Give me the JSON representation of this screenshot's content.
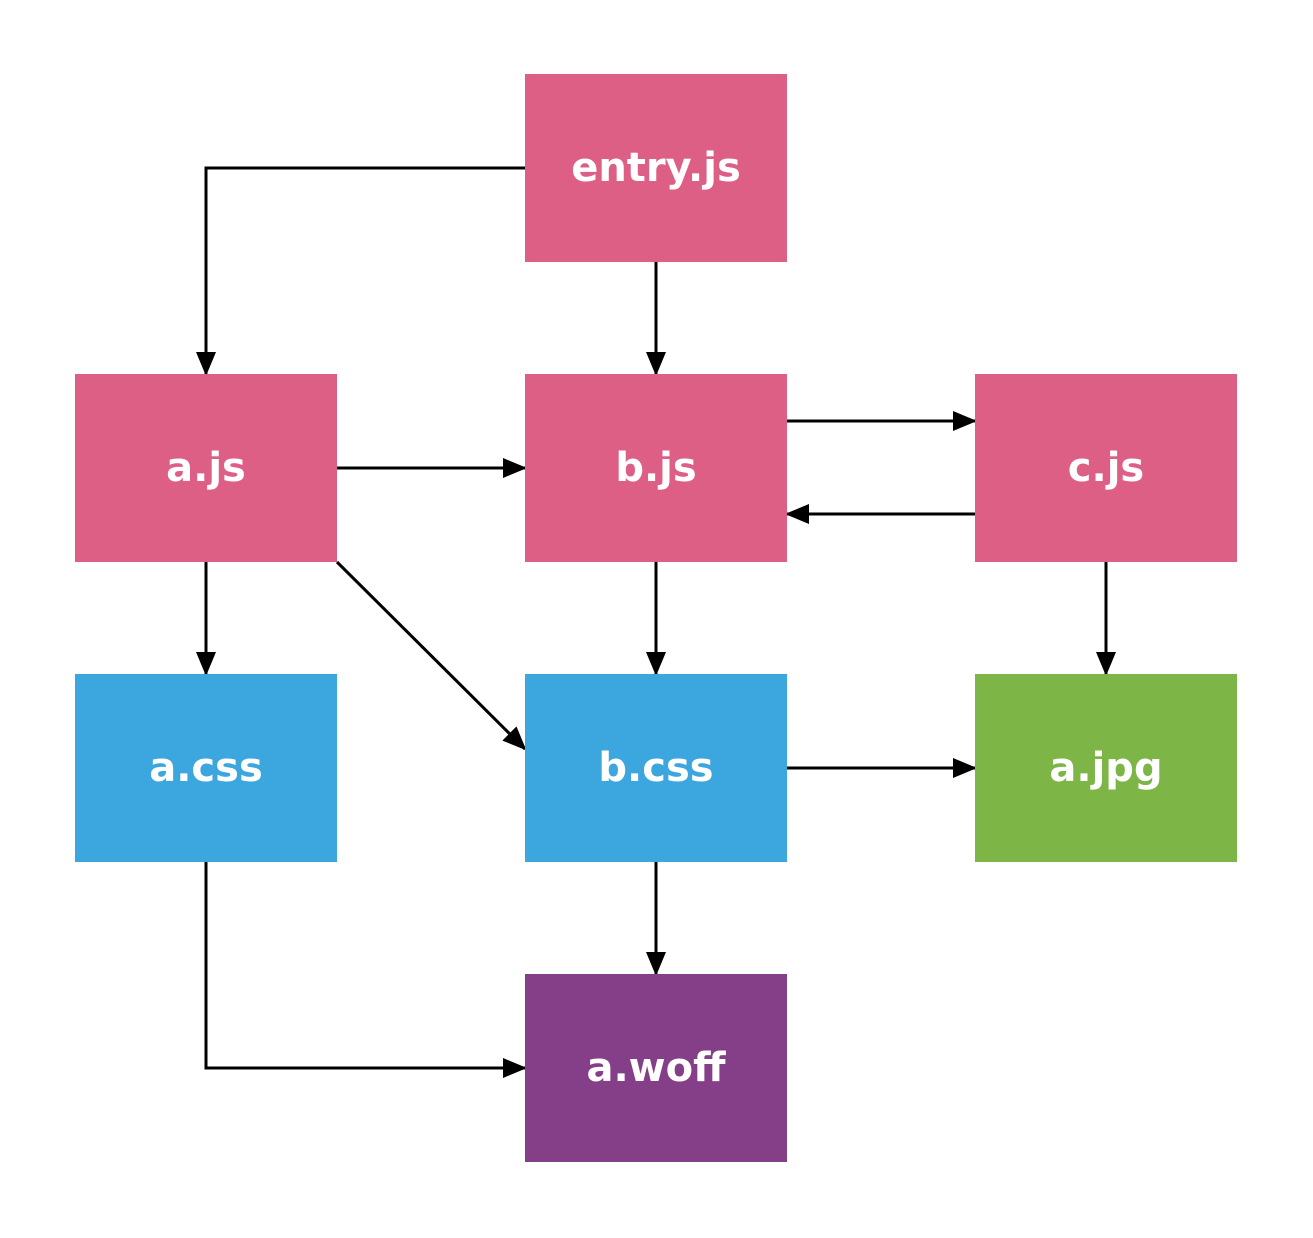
{
  "colors": {
    "js": "#dd5f85",
    "css": "#3ca6de",
    "image": "#7db547",
    "font": "#853f88",
    "edge": "#000000",
    "label": "#ffffff"
  },
  "nodes": [
    {
      "id": "entry",
      "label": "entry.js",
      "kind": "js"
    },
    {
      "id": "a_js",
      "label": "a.js",
      "kind": "js"
    },
    {
      "id": "b_js",
      "label": "b.js",
      "kind": "js"
    },
    {
      "id": "c_js",
      "label": "c.js",
      "kind": "js"
    },
    {
      "id": "a_css",
      "label": "a.css",
      "kind": "css"
    },
    {
      "id": "b_css",
      "label": "b.css",
      "kind": "css"
    },
    {
      "id": "a_jpg",
      "label": "a.jpg",
      "kind": "image"
    },
    {
      "id": "a_woff",
      "label": "a.woff",
      "kind": "font"
    }
  ],
  "edges": [
    {
      "from": "entry",
      "to": "a_js"
    },
    {
      "from": "entry",
      "to": "b_js"
    },
    {
      "from": "a_js",
      "to": "b_js"
    },
    {
      "from": "b_js",
      "to": "c_js"
    },
    {
      "from": "c_js",
      "to": "b_js"
    },
    {
      "from": "a_js",
      "to": "a_css"
    },
    {
      "from": "a_js",
      "to": "b_css"
    },
    {
      "from": "b_js",
      "to": "b_css"
    },
    {
      "from": "c_js",
      "to": "a_jpg"
    },
    {
      "from": "b_css",
      "to": "a_jpg"
    },
    {
      "from": "b_css",
      "to": "a_woff"
    },
    {
      "from": "a_css",
      "to": "a_woff"
    }
  ]
}
